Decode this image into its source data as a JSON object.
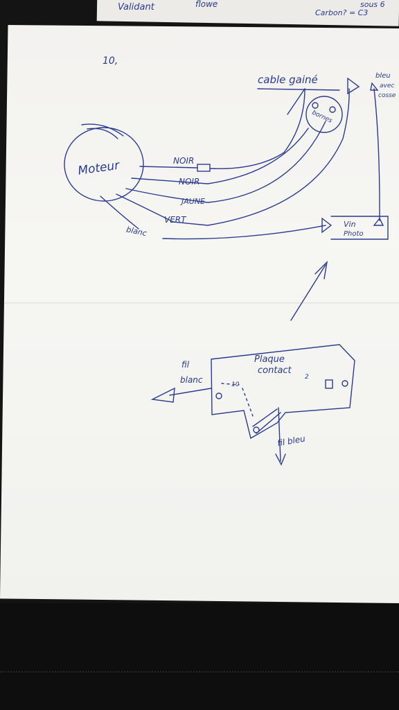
{
  "top_note": {
    "left": "Validant",
    "mid": "flowe",
    "right_1": "sous 6",
    "right_2": "Carbon? = C3"
  },
  "page_number": "10,",
  "labels": {
    "motor": "Moteur",
    "cable": "cable gainé",
    "bornes": "bornes",
    "bleu_1": "bleu",
    "bleu_2": "avec",
    "bleu_3": "cosse",
    "wire1": "NOIR",
    "wire2": "NOIR",
    "wire3": "JAUNE",
    "wire4": "VERT",
    "wire5": "blanc",
    "photo_1": "Vin",
    "photo_2": "Photo",
    "fil_blanc_1": "fil",
    "fil_blanc_2": "blanc",
    "plaque_1": "Plaque",
    "plaque_2": "contact",
    "fil_bleu": "fil bleu",
    "mark_2": "2",
    "mark_10": "10"
  },
  "colors": {
    "ink": "#2b3a8e",
    "paper": "#f4f4f1",
    "background": "#141414"
  }
}
